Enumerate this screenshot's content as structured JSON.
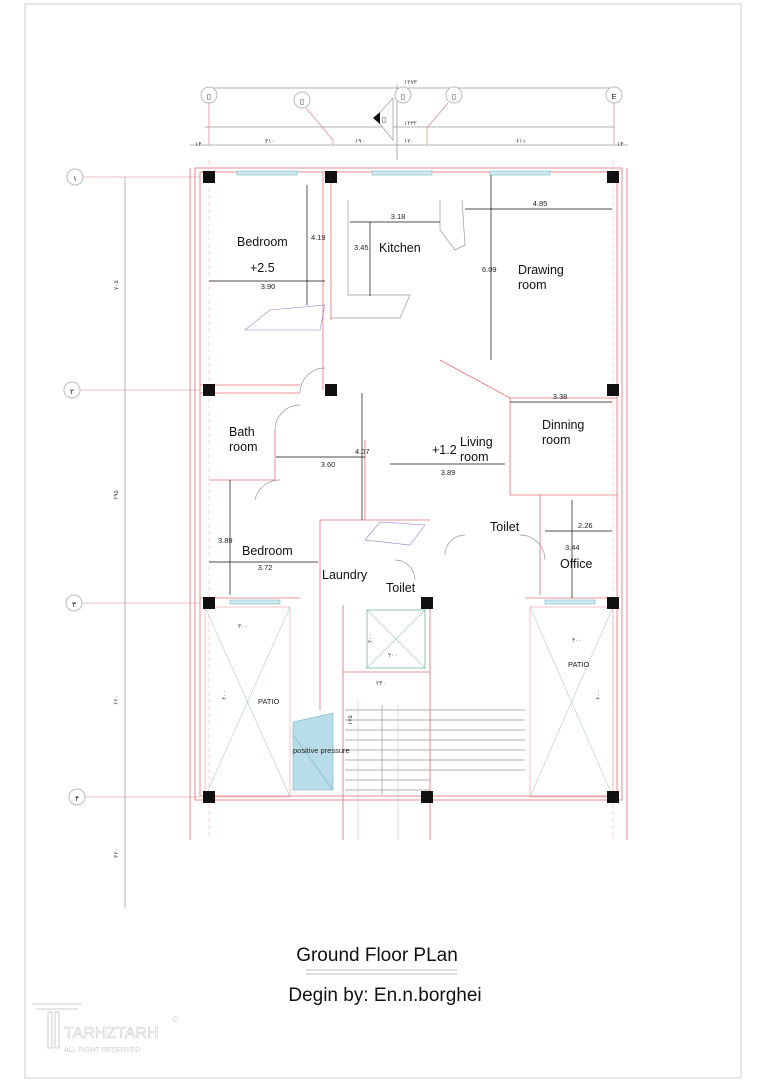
{
  "drawing": {
    "title": "Ground Floor PLan",
    "designer": "Degin by: En.n.borghei",
    "logo": {
      "name": "TARHZTARH",
      "tagline": "ALL RIGHT RESERVED",
      "mark": "©"
    }
  },
  "grid": {
    "rows": [
      "۱",
      "۲",
      "۳",
      "۴"
    ],
    "columns": [
      "▯",
      "▯",
      "▯",
      "▯",
      "E"
    ],
    "section_marker": "▯",
    "top_dims": {
      "overall": "۱۲۷۳",
      "inner": "۱۲۳۲",
      "spans": [
        "۳۱۰",
        "۱۹۰",
        "۱۲۰",
        "۶۱۱"
      ],
      "edge": "۱۴"
    },
    "left_dims": [
      "۷۰۵",
      "۶۹۵",
      "۶۶۰",
      "۳۶۰"
    ]
  },
  "rooms": [
    {
      "name": "Bedroom",
      "dims": [
        "4.19",
        "3.90"
      ],
      "level": "+2.5"
    },
    {
      "name": "Kitchen",
      "dims": [
        "3.18",
        "3.45"
      ]
    },
    {
      "name": "Drawing room",
      "lines": [
        "Drawing",
        "room"
      ],
      "dims": [
        "4.85",
        "6.09"
      ]
    },
    {
      "name": "Bath room",
      "lines": [
        "Bath",
        "room"
      ]
    },
    {
      "name": "Living room",
      "lines": [
        "Living",
        "room"
      ],
      "dims": [
        "3.60",
        "4.07",
        "3.89"
      ],
      "level": "+1.2"
    },
    {
      "name": "Dinning room",
      "lines": [
        "Dinning",
        "room"
      ],
      "dims": [
        "3.38"
      ]
    },
    {
      "name": "Bedroom",
      "dims": [
        "3.89",
        "3.72"
      ]
    },
    {
      "name": "Laundry"
    },
    {
      "name": "Toilet"
    },
    {
      "name": "Toilet"
    },
    {
      "name": "Office",
      "dims": [
        "2.26",
        "3.44"
      ]
    }
  ],
  "patios": [
    {
      "label": "PATIO",
      "width": "۳۰۰",
      "length": "۶۰۰"
    },
    {
      "label": "PATIO",
      "width": "۳۰۰",
      "length": "۶۰۰"
    }
  ],
  "elevator": {
    "w": "۲۰۰",
    "h": "۲۰۰"
  },
  "stair": {
    "width": "۲۴۰",
    "riser": "۱۷۵"
  },
  "shaft_label": "positive pressure"
}
